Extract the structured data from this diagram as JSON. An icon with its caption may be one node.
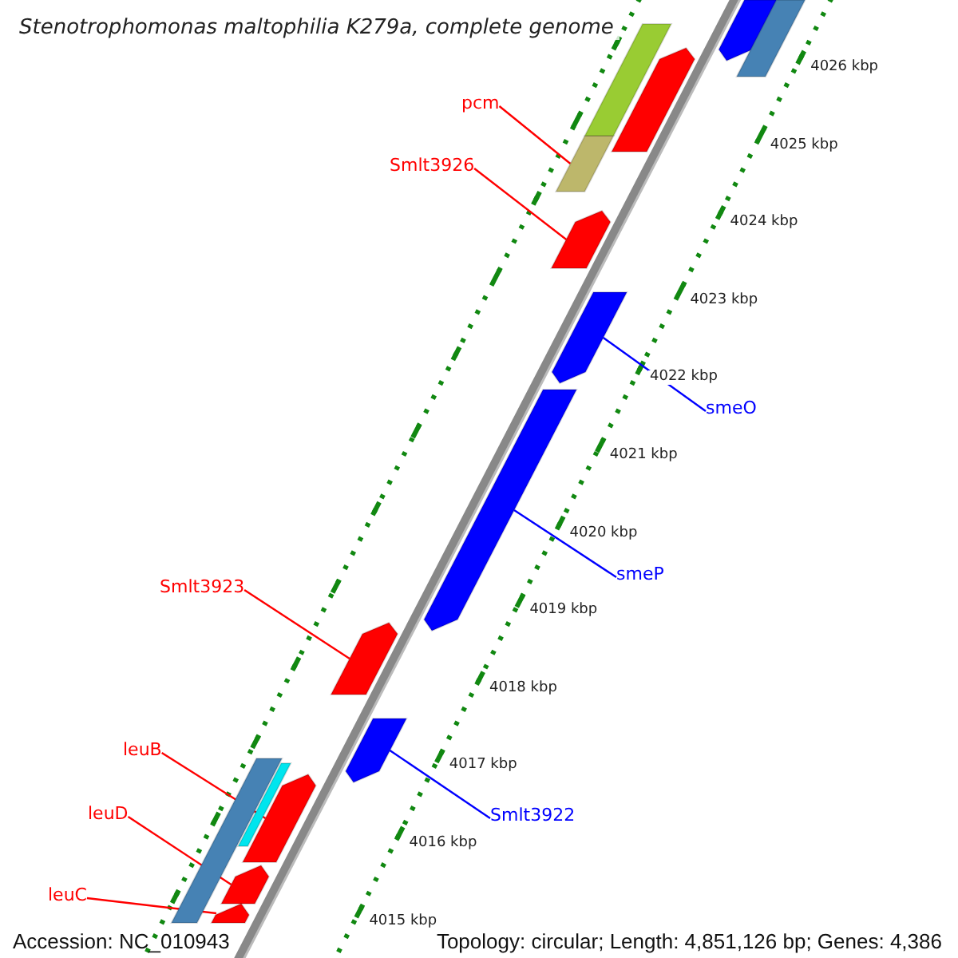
{
  "diagram": {
    "title": "Stenotrophomonas maltophilia K279a, complete genome",
    "nodes": [
      {
        "text": [
          "pcm"
        ]
      },
      {
        "text": [],
        "shape": "box"
      },
      {
        "text": [
          "Smlt3926"
        ]
      },
      {
        "text": [],
        "shape": "arrow"
      },
      {
        "text": [
          "smeO"
        ]
      },
      {
        "text": [],
        "shape": "arrow"
      },
      {
        "text": [
          "smeP"
        ]
      },
      {
        "text": [],
        "shape": "arrow"
      },
      {
        "text": [
          "Smlt3923"
        ]
      },
      {
        "text": [],
        "shape": "arrow"
      },
      {
        "text": [
          "leuB"
        ]
      },
      {
        "text": [],
        "shape": "arrow"
      },
      {
        "text": [
          "Smlt3922"
        ]
      },
      {
        "text": [],
        "shape": "arrow"
      },
      {
        "text": [
          "leuD"
        ]
      },
      {
        "text": [],
        "shape": "arrow"
      },
      {
        "text": [
          "leuC"
        ]
      },
      {
        "text": [],
        "shape": "arrow"
      },
      {
        "text": [],
        "shape": "arrow"
      },
      {
        "text": [],
        "shape": "box"
      },
      {
        "text": [],
        "shape": "box"
      },
      {
        "text": [],
        "shape": "arrow"
      },
      {
        "text": [],
        "shape": "box"
      },
      {
        "text": [],
        "shape": "box"
      }
    ],
    "edges": [
      {
        "from": 0,
        "to": 1,
        "arrow": "none"
      },
      {
        "from": 2,
        "to": 3,
        "arrow": "none"
      },
      {
        "from": 4,
        "to": 5,
        "arrow": "none",
        "color": "#0000ff"
      },
      {
        "from": 6,
        "to": 7,
        "arrow": "none",
        "color": "#0000ff"
      },
      {
        "from": 8,
        "to": 9,
        "arrow": "none"
      },
      {
        "from": 10,
        "to": 11,
        "arrow": "none"
      },
      {
        "from": 12,
        "to": 13,
        "arrow": "none",
        "color": "#0000ff"
      },
      {
        "from": 14,
        "to": 15,
        "arrow": "none"
      },
      {
        "from": 16,
        "to": 17,
        "arrow": "none"
      }
    ],
    "labels": [
      "4026 kbp",
      "4025 kbp",
      "4024 kbp",
      "4023 kbp",
      "4022 kbp",
      "4021 kbp",
      "4020 kbp",
      "4019 kbp",
      "4018 kbp",
      "4017 kbp",
      "4016 kbp",
      "4015 kbp",
      "Accession: NC_010943",
      "Topology: circular; Length: 4,851,126 bp; Genes: 4,386"
    ]
  }
}
